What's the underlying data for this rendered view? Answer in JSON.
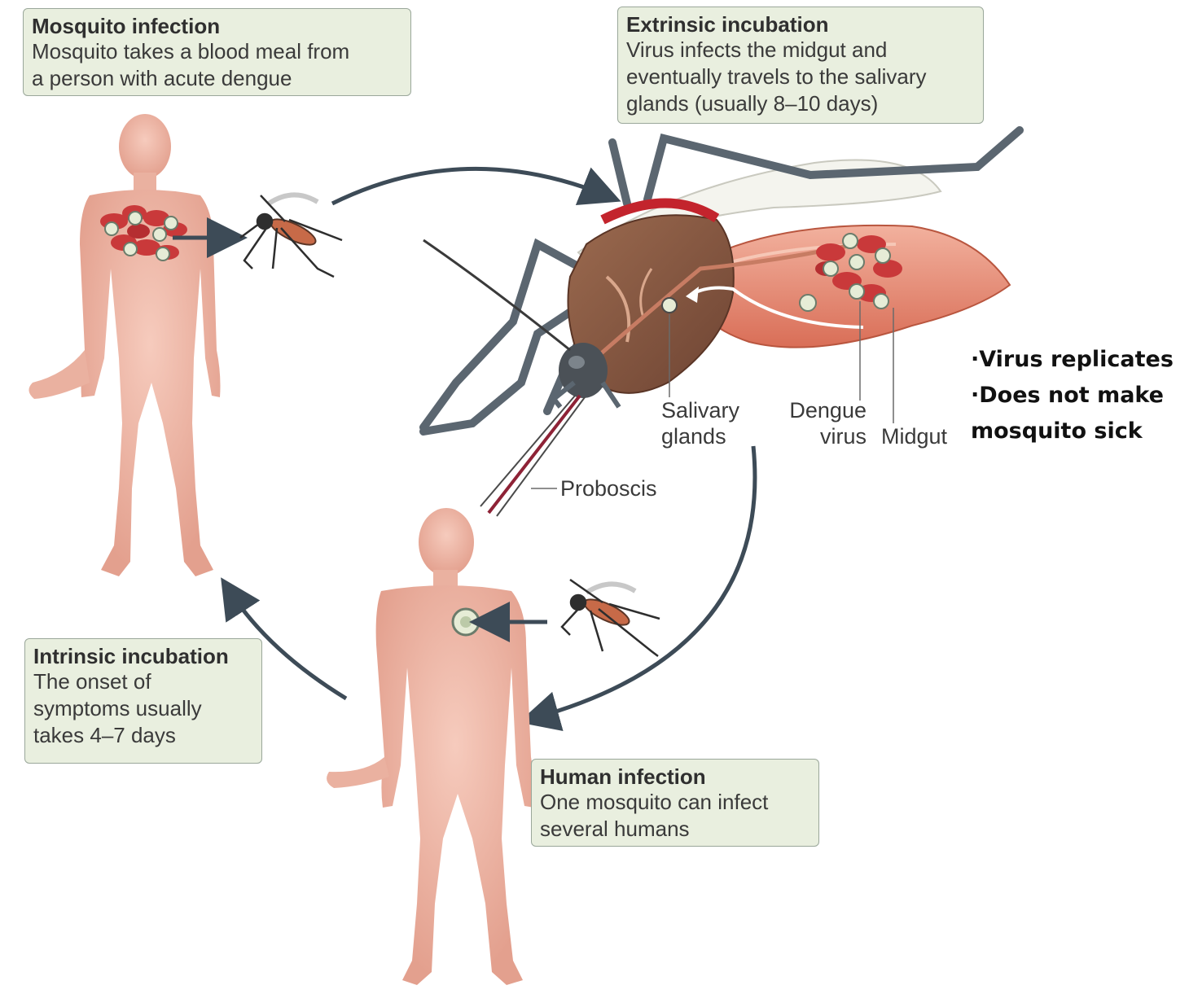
{
  "boxes": {
    "mosquito_infection": {
      "title": "Mosquito infection",
      "line1": "Mosquito takes a blood meal from",
      "line2": "a person with acute dengue"
    },
    "extrinsic_incubation": {
      "title": "Extrinsic incubation",
      "line1": "Virus infects the midgut and",
      "line2": "eventually travels to the salivary",
      "line3": "glands (usually 8–10 days)"
    },
    "intrinsic_incubation": {
      "title": "Intrinsic incubation",
      "line1": "The onset of",
      "line2": "symptoms usually",
      "line3": "takes 4–7 days"
    },
    "human_infection": {
      "title": "Human infection",
      "line1": "One mosquito can infect",
      "line2": "several humans"
    }
  },
  "labels": {
    "salivary_1": "Salivary",
    "salivary_2": "glands",
    "dengue_1": "Dengue",
    "dengue_2": "virus",
    "midgut": "Midgut",
    "proboscis": "Proboscis"
  },
  "handwritten": {
    "line1": "·Virus replicates",
    "line2": "·Does not make",
    "line3": "mosquito sick"
  },
  "colors": {
    "skin": "#f0b9a8",
    "blood_cell": "#c9393a",
    "arrow": "#3d4b57",
    "box_fill": "#e9efdf",
    "abdomen": "#e78f78",
    "thorax": "#8a5a43"
  }
}
